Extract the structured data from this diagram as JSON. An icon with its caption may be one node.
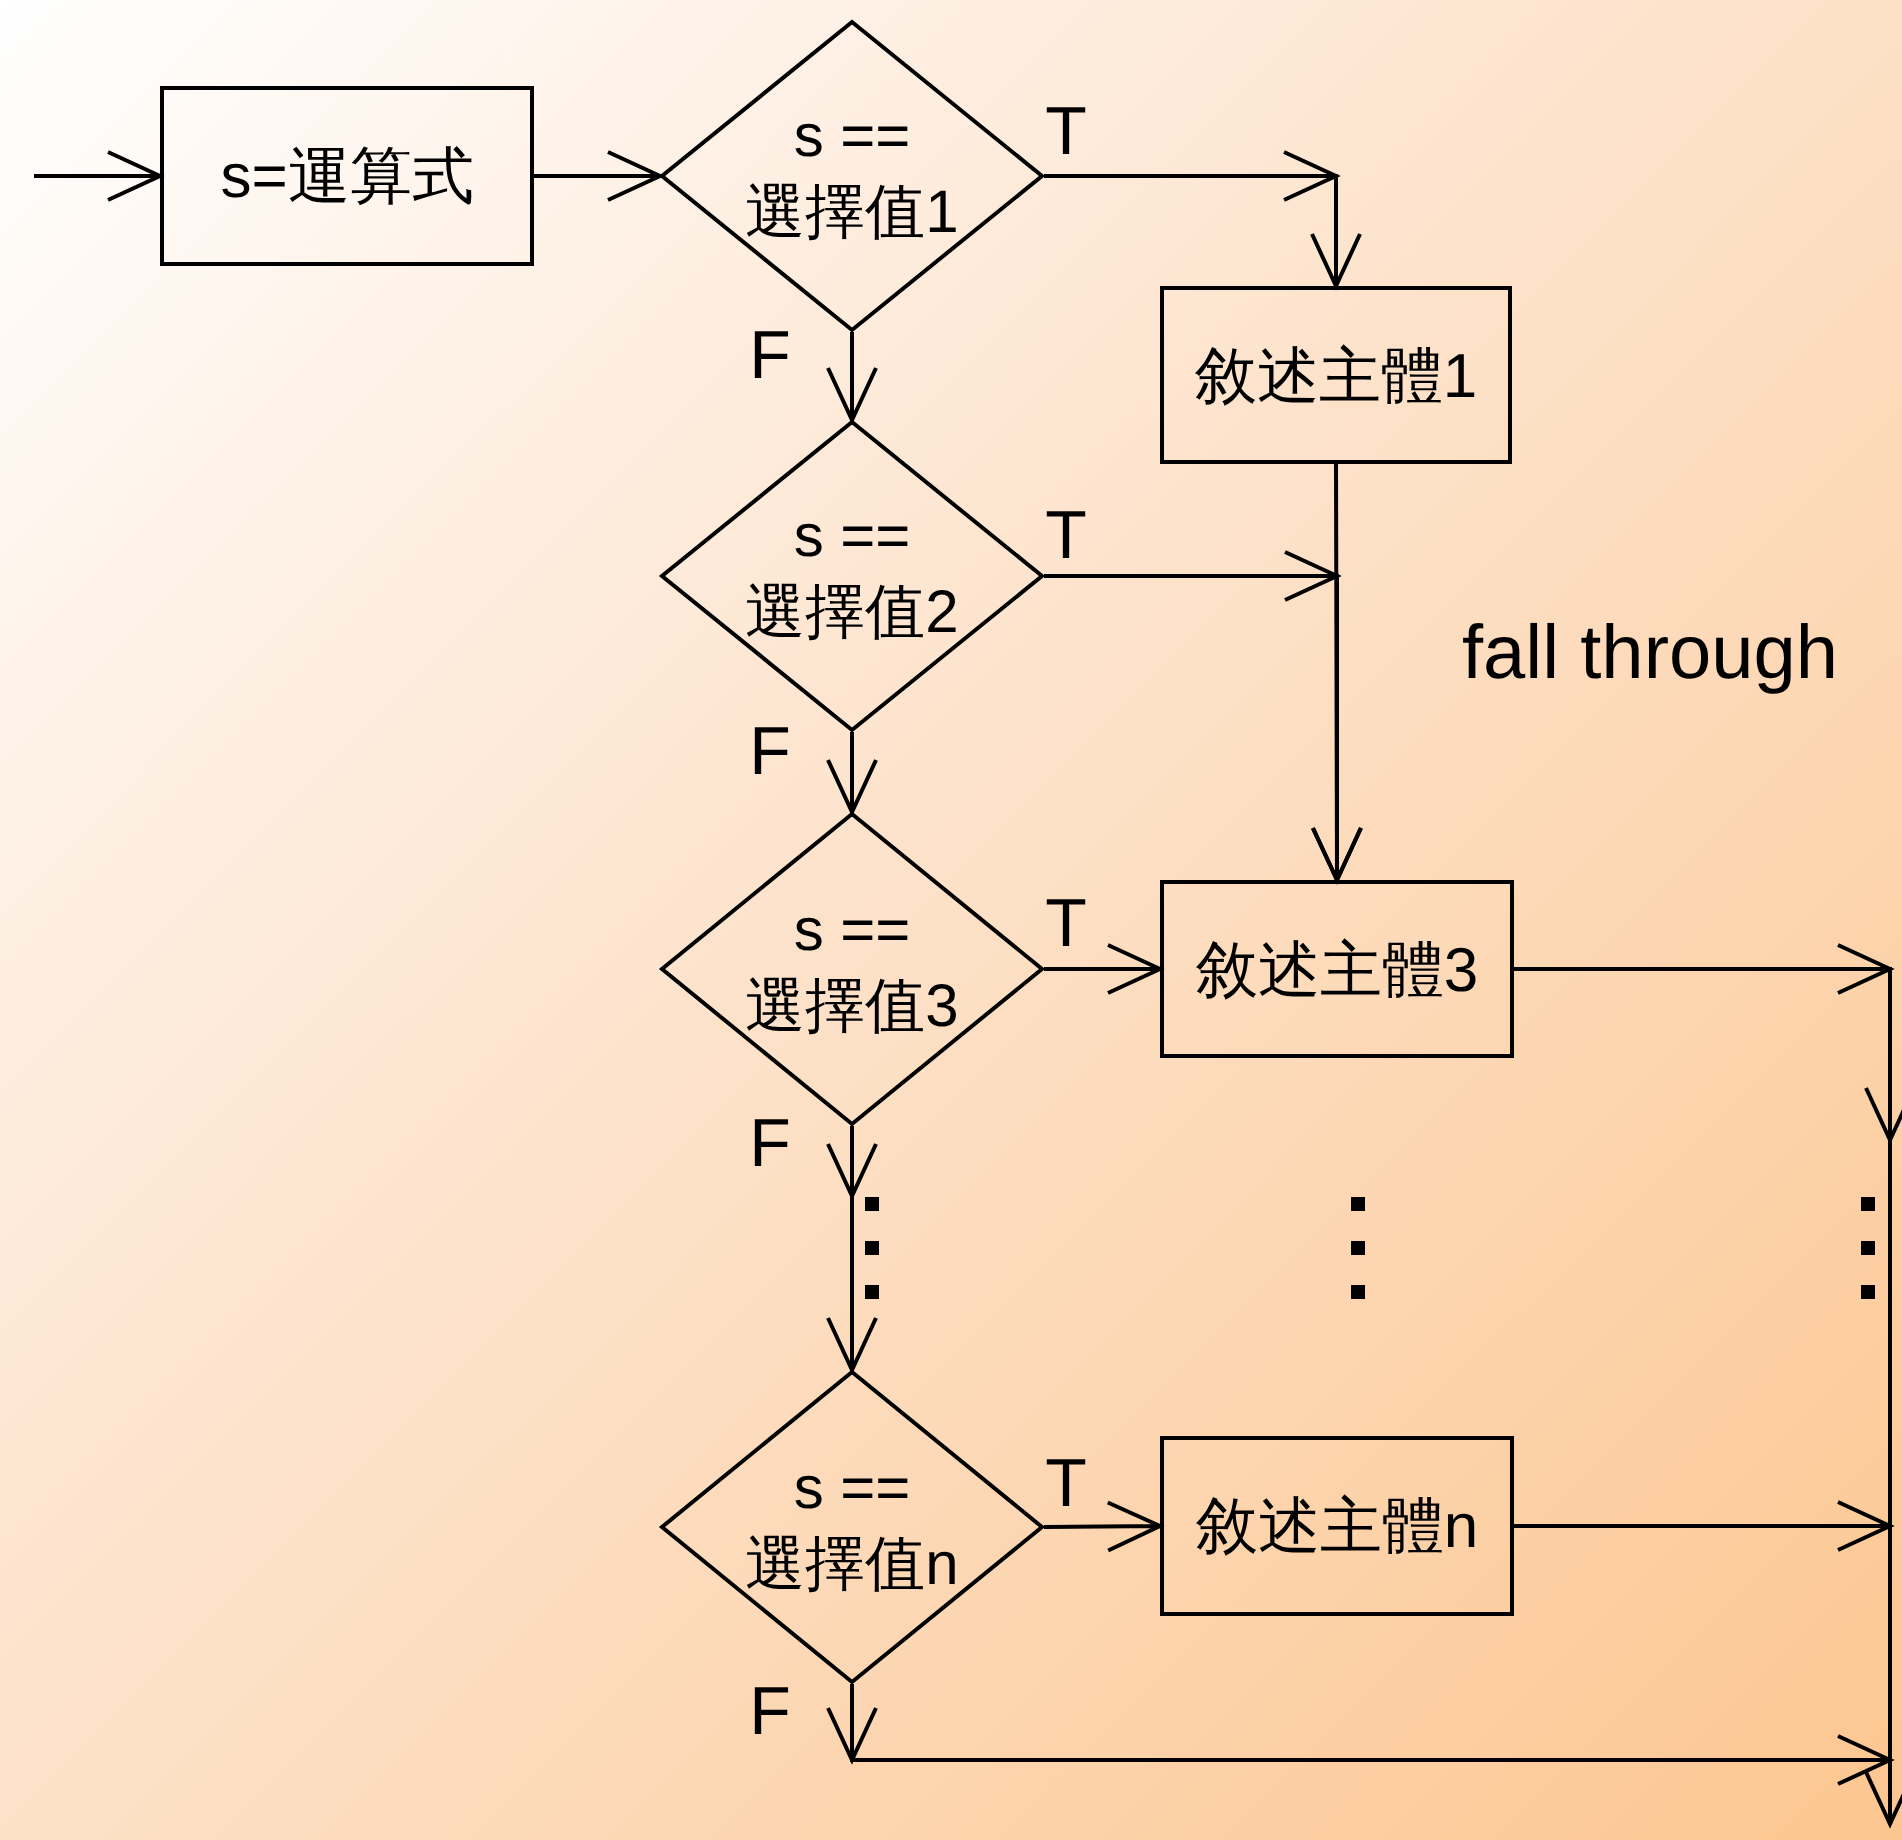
{
  "diagram": {
    "nodes": [
      {
        "text": [
          "s=運算式"
        ]
      },
      {
        "text": [
          "s == 選擇值1"
        ]
      },
      {
        "text": [
          "敘述主體1"
        ]
      },
      {
        "text": [
          "s == 選擇值2"
        ]
      },
      {
        "text": [
          "s == 選擇值3"
        ]
      },
      {
        "text": [
          "敘述主體3"
        ]
      },
      {
        "text": [
          "s == 選擇值n"
        ]
      },
      {
        "text": [
          "敘述主體n"
        ]
      }
    ],
    "edges": [
      {
        "from": null,
        "to": 0,
        "arrow": "to"
      },
      {
        "from": 0,
        "to": 1,
        "arrow": "to"
      },
      {
        "from": 1,
        "to": 2,
        "arrow": "to",
        "label": "T"
      },
      {
        "from": 1,
        "to": 3,
        "arrow": "to",
        "label": "F"
      },
      {
        "from": 3,
        "to": 5,
        "arrow": "to",
        "label": "T"
      },
      {
        "from": 2,
        "to": 5,
        "arrow": "to",
        "label": "fall through"
      },
      {
        "from": 3,
        "to": 4,
        "arrow": "to",
        "label": "F"
      },
      {
        "from": 4,
        "to": 5,
        "arrow": "to",
        "label": "T"
      },
      {
        "from": 4,
        "to": 6,
        "arrow": "to",
        "label": "F"
      },
      {
        "from": 5,
        "to": null,
        "arrow": "to"
      },
      {
        "from": 6,
        "to": 7,
        "arrow": "to",
        "label": "T"
      },
      {
        "from": 7,
        "to": null,
        "arrow": "to"
      },
      {
        "from": 6,
        "to": null,
        "arrow": "to",
        "label": "F"
      }
    ]
  }
}
